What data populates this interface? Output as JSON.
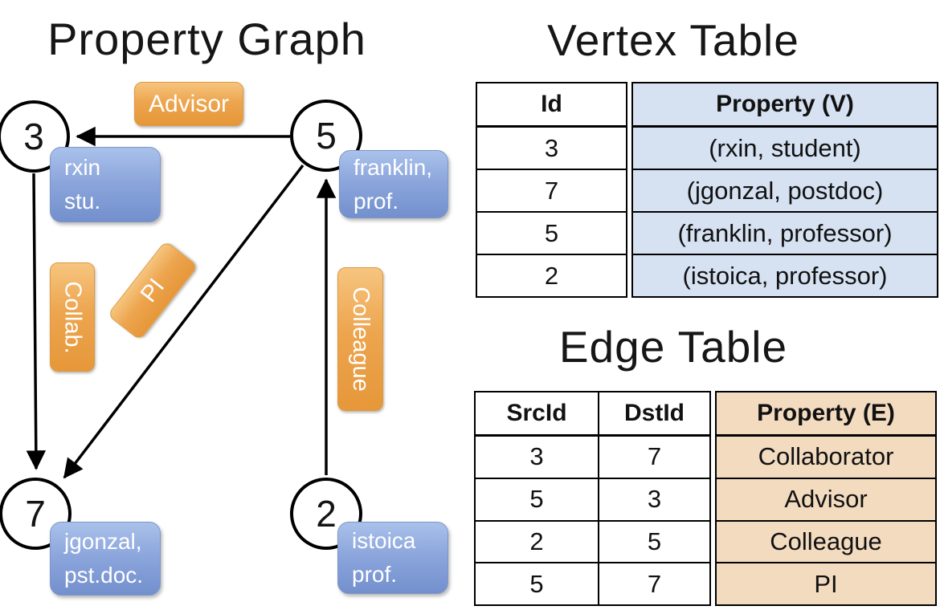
{
  "graph": {
    "title": "Property Graph",
    "nodes": [
      {
        "id": "3",
        "properties": [
          "rxin",
          "stu."
        ]
      },
      {
        "id": "5",
        "properties": [
          "franklin,",
          "prof."
        ]
      },
      {
        "id": "7",
        "properties": [
          "jgonzal,",
          "pst.doc."
        ]
      },
      {
        "id": "2",
        "properties": [
          "istoica",
          "prof."
        ]
      }
    ],
    "edge_labels": [
      "Advisor",
      "Collab.",
      "PI",
      "Colleague"
    ]
  },
  "vertex_table": {
    "title": "Vertex Table",
    "columns": [
      "Id",
      "Property (V)"
    ],
    "rows": [
      [
        "3",
        "(rxin, student)"
      ],
      [
        "7",
        "(jgonzal, postdoc)"
      ],
      [
        "5",
        "(franklin, professor)"
      ],
      [
        "2",
        "(istoica, professor)"
      ]
    ]
  },
  "edge_table": {
    "title": "Edge Table",
    "columns": [
      "SrcId",
      "DstId",
      "Property (E)"
    ],
    "rows": [
      [
        "3",
        "7",
        "Collaborator"
      ],
      [
        "5",
        "3",
        "Advisor"
      ],
      [
        "2",
        "5",
        "Colleague"
      ],
      [
        "5",
        "7",
        "PI"
      ]
    ]
  },
  "colors": {
    "edge_label_orange": "#eca54f",
    "vertex_property_blue": "#8ba5dc",
    "vertex_table_fill": "#d6e1f2",
    "edge_table_fill": "#f3dbc0",
    "stroke": "#000000"
  }
}
